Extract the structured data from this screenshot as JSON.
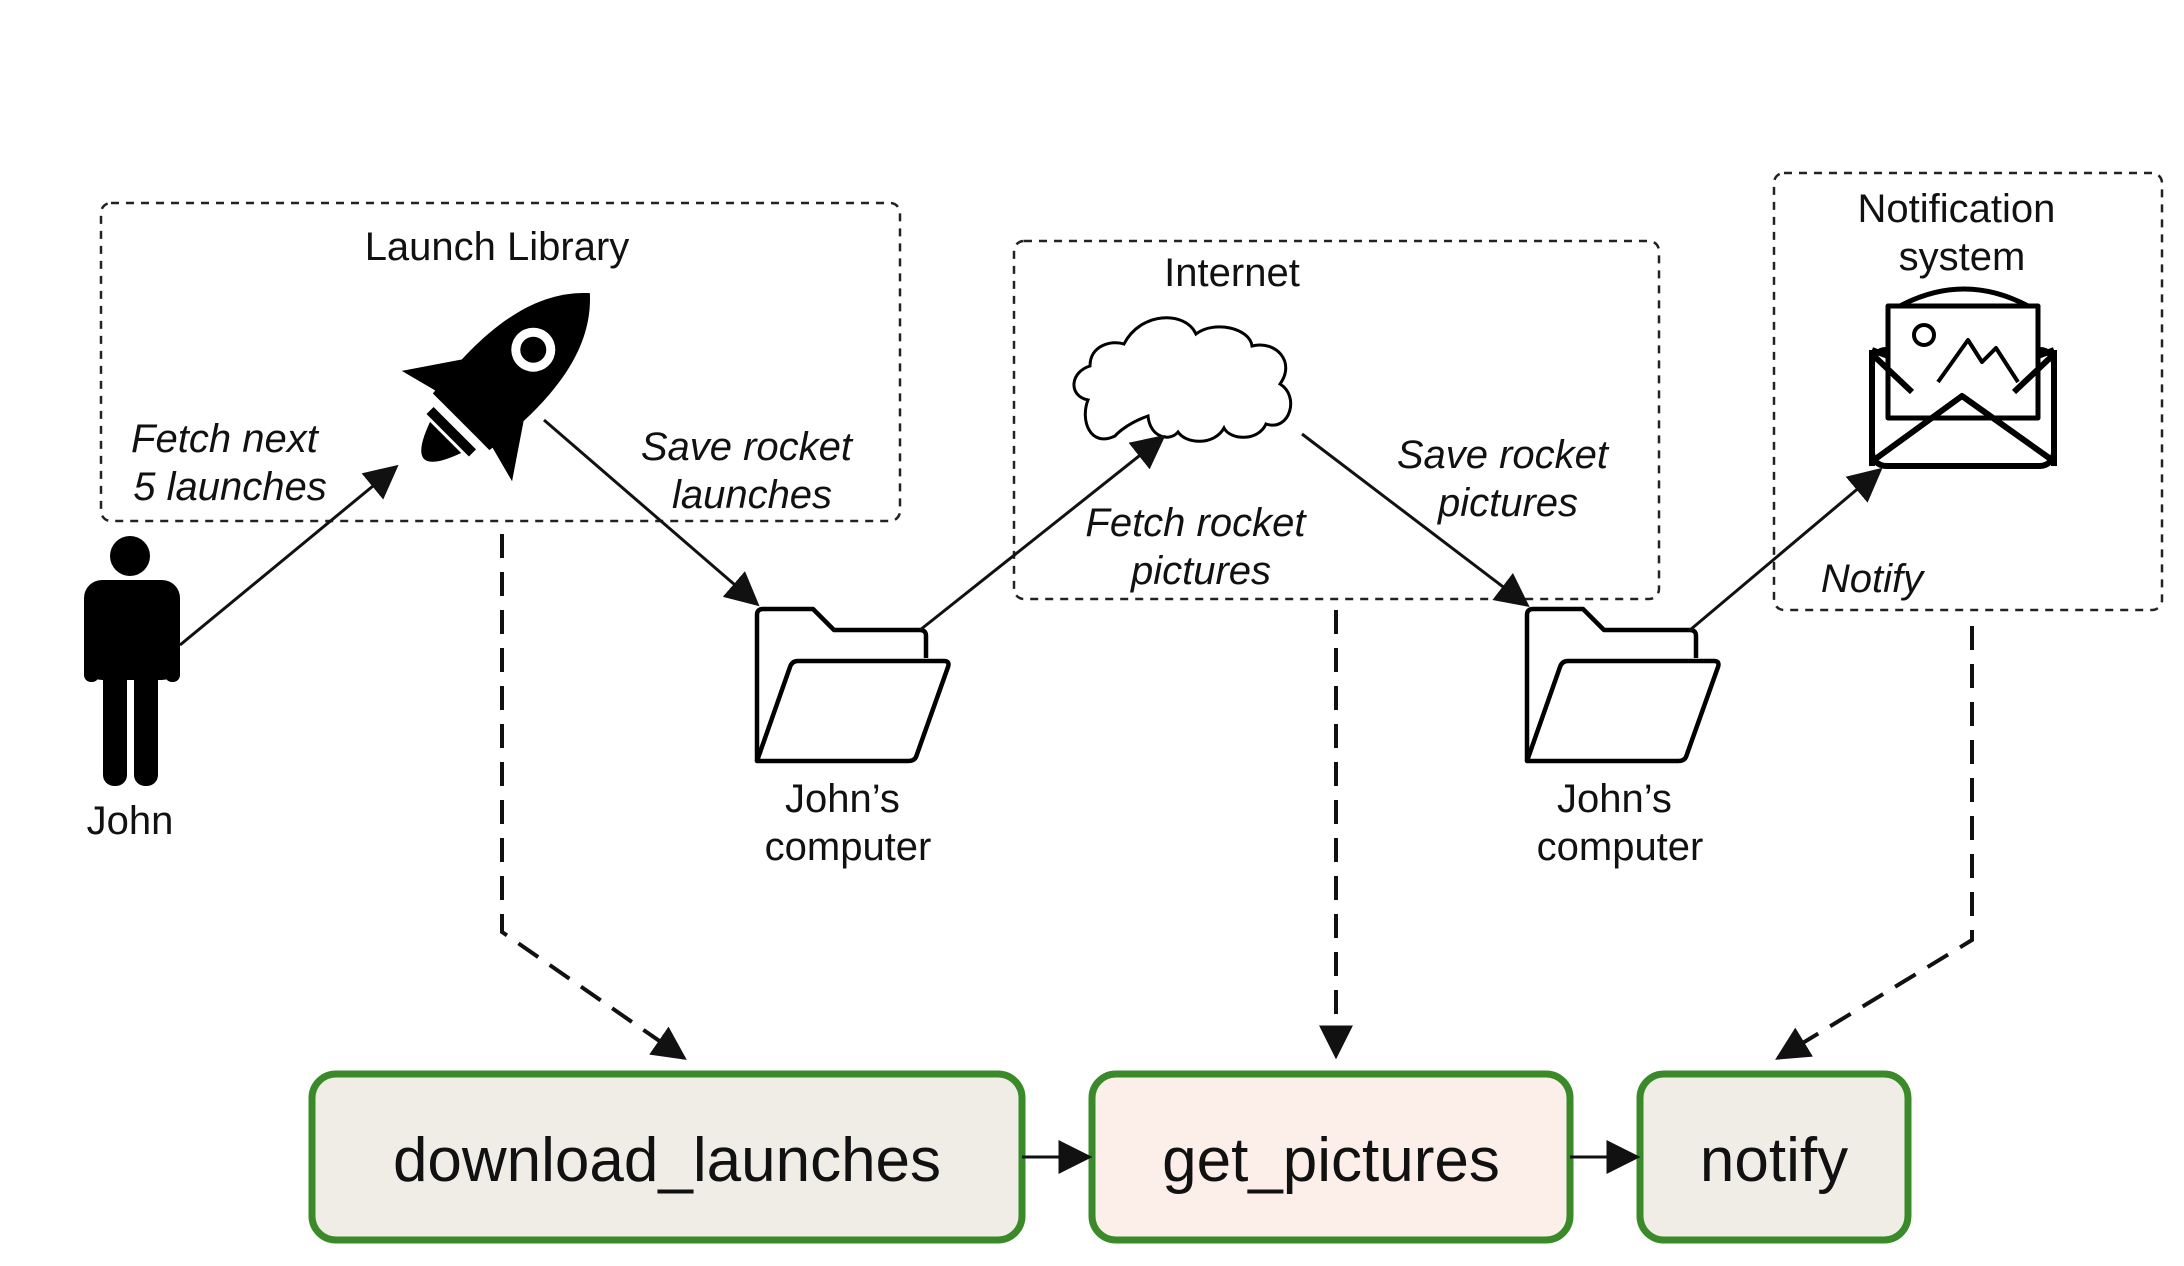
{
  "groups": {
    "launch_library": "Launch Library",
    "internet": "Internet",
    "notification_system": [
      "Notification",
      "system"
    ]
  },
  "actors": {
    "john": "John",
    "computer_1": [
      "John’s",
      "computer"
    ],
    "computer_2": [
      "John’s",
      "computer"
    ]
  },
  "edges": {
    "fetch_launches": [
      "Fetch next",
      "5 launches"
    ],
    "save_launches": [
      "Save rocket",
      "launches"
    ],
    "fetch_pictures": [
      "Fetch rocket",
      "pictures"
    ],
    "save_pictures": [
      "Save rocket",
      "pictures"
    ],
    "notify": "Notify"
  },
  "tasks": [
    {
      "id": "download_launches",
      "label": "download_launches",
      "fill": "#efede6",
      "border": "#3a8a2a"
    },
    {
      "id": "get_pictures",
      "label": "get_pictures",
      "fill": "#fcefea",
      "border": "#3a8a2a"
    },
    {
      "id": "notify",
      "label": "notify",
      "fill": "#efede6",
      "border": "#3a8a2a"
    }
  ],
  "icons": [
    "person-icon",
    "rocket-icon",
    "cloud-icon",
    "folder-icon",
    "envelope-icon"
  ]
}
